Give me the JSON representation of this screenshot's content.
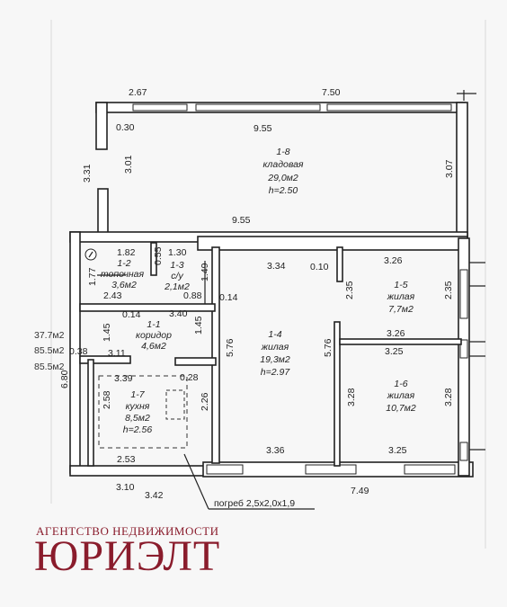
{
  "dims": {
    "top_left": "2.67",
    "top_right": "7.50",
    "store_top": "0.30",
    "store_mid": "9.55",
    "left_outer": "3.31",
    "left_inner": "3.01",
    "right_store": "3.07",
    "store_bottom": "9.55",
    "r12_top": "1.82",
    "r13_a": "0.55",
    "r13_b": "1.30",
    "r12_side": "1.77",
    "r13_side": "1.49",
    "r12_bottom": "2.43",
    "r13_bottom": "0.88",
    "r14_top": "3.34",
    "door": "0.10",
    "r15_top": "3.26",
    "r15_left": "2.35",
    "r15_right": "2.35",
    "wall_014": "0.14",
    "corr_top": "0.14",
    "corr_len": "3.40",
    "corr_left": "1.45",
    "corr_right": "1.45",
    "r14_left": "5.76",
    "r14_right": "5.76",
    "r15_bottom": "3.26",
    "r16_top": "3.25",
    "outer_038": "0.38",
    "corr_bottom": "3.11",
    "outer_680": "6.80",
    "r17_top": "3.39",
    "r17_door": "0.28",
    "r17_left": "2.58",
    "r17_right": "2.26",
    "r16_left": "3.28",
    "r16_right": "3.28",
    "r14_bottom": "3.36",
    "r16_bottom": "3.25",
    "r17_bottom": "2.53",
    "bottom_left": "3.10",
    "bottom_total": "3.42",
    "bottom_right": "7.49"
  },
  "rooms": {
    "r18": {
      "code": "1-8",
      "name": "кладовая",
      "area": "29,0м2",
      "height": "h=2.50"
    },
    "r12": {
      "code": "1-2",
      "name": "топочная",
      "area": "3,6м2"
    },
    "r13": {
      "code": "1-3",
      "name": "с/у",
      "area": "2,1м2"
    },
    "r11": {
      "code": "1-1",
      "name": "коридор",
      "area": "4,6м2"
    },
    "r14": {
      "code": "1-4",
      "name": "жилая",
      "area": "19,3м2",
      "height": "h=2.97"
    },
    "r15": {
      "code": "1-5",
      "name": "жилая",
      "area": "7,7м2"
    },
    "r16": {
      "code": "1-6",
      "name": "жилая",
      "area": "10,7м2"
    },
    "r17": {
      "code": "1-7",
      "name": "кухня",
      "area": "8,5м2",
      "height": "h=2.56"
    }
  },
  "cellar": "погреб 2,5х2,0х1,9",
  "side_areas": [
    "37.7м2",
    "85.5м2",
    "85.5м2"
  ],
  "agency": {
    "subtitle": "АГЕНТСТВО НЕДВИЖИМОСТИ",
    "name": "ЮРИЭЛТ",
    "color": "#8a1c2c"
  }
}
